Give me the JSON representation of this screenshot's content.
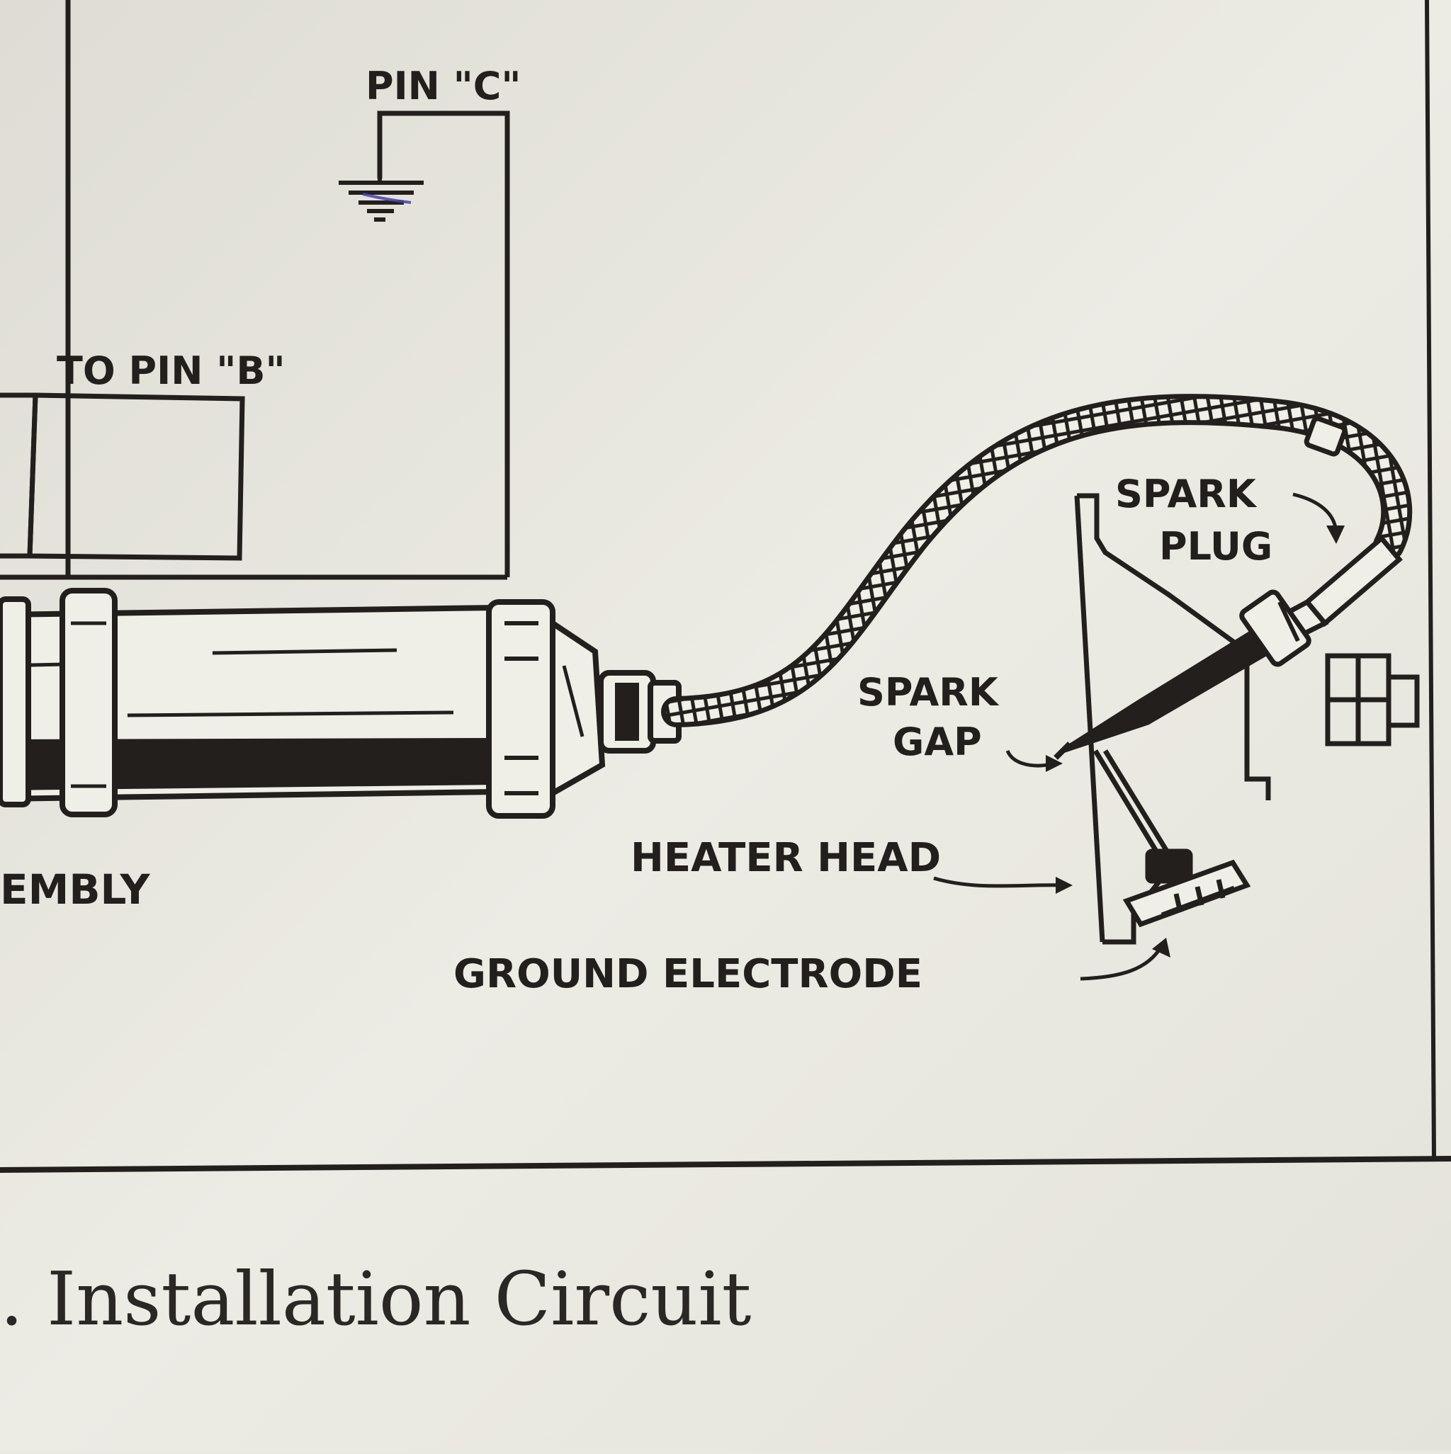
{
  "diagram": {
    "labels": {
      "pin_c": "PIN \"C\"",
      "to_pin_b": "TO PIN \"B\"",
      "assembly_partial": "EMBLY",
      "spark_plug_line1": "SPARK",
      "spark_plug_line2": "PLUG",
      "spark_gap_line1": "SPARK",
      "spark_gap_line2": "GAP",
      "heater_head": "HEATER HEAD",
      "ground_electrode": "GROUND ELECTRODE"
    },
    "caption": ". Installation Circuit"
  },
  "colors": {
    "paper": "#e9e8e1",
    "ink": "#221f1c",
    "ground_pen_mark": "#4a3fb0"
  },
  "icons": [
    "ground-symbol-icon"
  ]
}
